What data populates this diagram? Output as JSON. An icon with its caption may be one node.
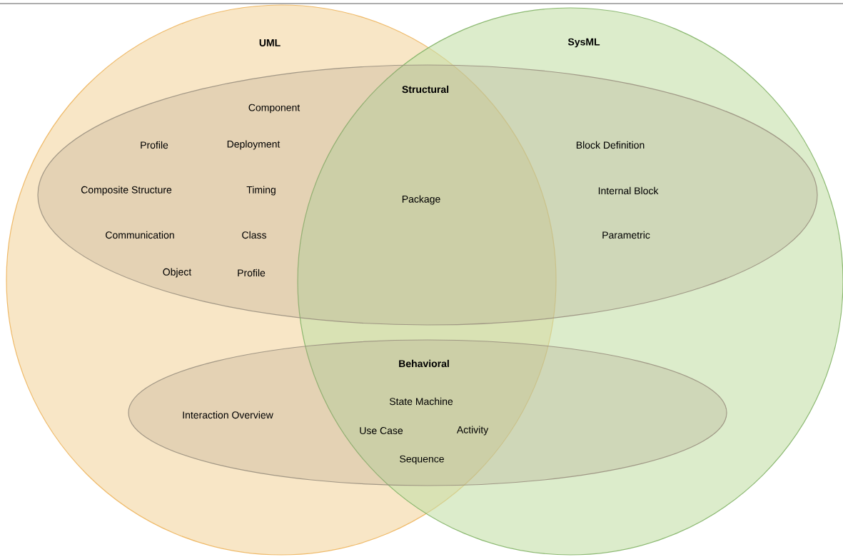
{
  "diagram": {
    "nodes": [
      {
        "text": [
          "UML"
        ]
      },
      {
        "text": [
          "SysML"
        ]
      },
      {
        "text": [
          "Structural"
        ]
      },
      {
        "text": [
          "Behavioral"
        ]
      }
    ],
    "labels": [
      "Component",
      "Profile",
      "Deployment",
      "Block Definition",
      "Composite Structure",
      "Timing",
      "Package",
      "Internal Block",
      "Communication",
      "Class",
      "Parametric",
      "Object",
      "Profile",
      "State Machine",
      "Interaction Overview",
      "Use Case",
      "Activity",
      "Sequence"
    ]
  }
}
